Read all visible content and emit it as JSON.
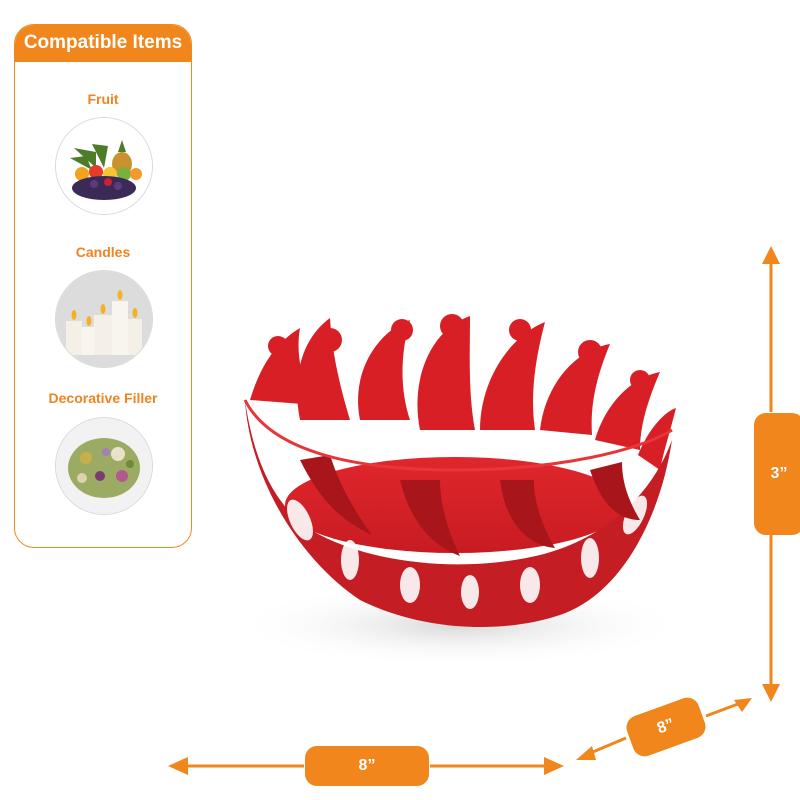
{
  "panel": {
    "title": "Compatible Items",
    "items": [
      {
        "label": "Fruit",
        "icon": "fruit-basket-photo"
      },
      {
        "label": "Candles",
        "icon": "candles-photo"
      },
      {
        "label": "Decorative Filler",
        "icon": "dried-flowers-photo"
      }
    ]
  },
  "dimensions": {
    "height": "3”",
    "width": "8”",
    "depth": "8”"
  },
  "colors": {
    "accent": "#f0861c",
    "basket": "#d81f26"
  }
}
